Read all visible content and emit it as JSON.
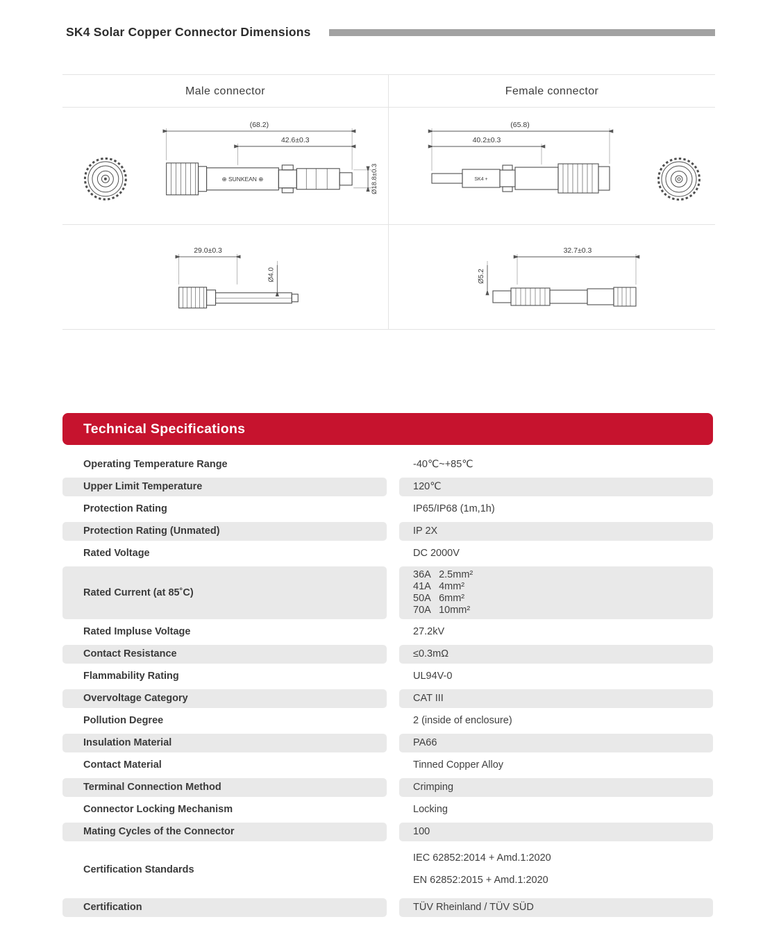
{
  "colors": {
    "accent": "#c6132e",
    "shade": "#e9e9e9",
    "title_bar": "#a2a2a2"
  },
  "page_title": "SK4 Solar Copper Connector Dimensions",
  "dimensions_table": {
    "male": {
      "header": "Male connector",
      "side_view": {
        "overall_length": "(68.2)",
        "body_length": "42.6±0.3",
        "diameter": "Ø18.8±0.3",
        "brand_text": "⊕ SUNKEAN ⊕"
      },
      "bottom_view": {
        "length": "29.0±0.3",
        "pin_diameter": "Ø4.0"
      }
    },
    "female": {
      "header": "Female connector",
      "side_view": {
        "overall_length": "(65.8)",
        "body_length": "40.2±0.3",
        "brand_text": "SK4 +"
      },
      "bottom_view": {
        "socket_diameter": "Ø5.2",
        "length": "32.7±0.3"
      }
    }
  },
  "specs": {
    "header": "Technical Specifications",
    "rows": [
      {
        "label": "Operating Temperature Range",
        "value": "-40℃~+85℃",
        "shaded": false
      },
      {
        "label": "Upper Limit Temperature",
        "value": "120℃",
        "shaded": true
      },
      {
        "label": "Protection Rating",
        "value": "IP65/IP68 (1m,1h)",
        "shaded": false
      },
      {
        "label": "Protection Rating (Unmated)",
        "value": "IP 2X",
        "shaded": true
      },
      {
        "label": "Rated Voltage",
        "value": "DC 2000V",
        "shaded": false
      },
      {
        "label": "Rated Current (at 85˚C)",
        "value_lines": [
          "36A   2.5mm²",
          "41A   4mm²",
          "50A   6mm²",
          "70A   10mm²"
        ],
        "shaded": true
      },
      {
        "label": "Rated Impluse Voltage",
        "value": "27.2kV",
        "shaded": false
      },
      {
        "label": "Contact Resistance",
        "value": "≤0.3mΩ",
        "shaded": true
      },
      {
        "label": "Flammability Rating",
        "value": "UL94V-0",
        "shaded": false
      },
      {
        "label": "Overvoltage Category",
        "value": "CAT III",
        "shaded": true
      },
      {
        "label": "Pollution Degree",
        "value": "2 (inside of enclosure)",
        "shaded": false
      },
      {
        "label": "Insulation Material",
        "value": "PA66",
        "shaded": true
      },
      {
        "label": "Contact Material",
        "value": "Tinned Copper Alloy",
        "shaded": false
      },
      {
        "label": "Terminal Connection Method",
        "value": "Crimping",
        "shaded": true
      },
      {
        "label": "Connector Locking Mechanism",
        "value": "Locking",
        "shaded": false
      },
      {
        "label": "Mating Cycles of the Connector",
        "value": "100",
        "shaded": true
      },
      {
        "label": "Certification Standards",
        "value_lines": [
          "IEC 62852:2014 + Amd.1:2020",
          "EN 62852:2015 + Amd.1:2020"
        ],
        "spread": true,
        "shaded": false
      },
      {
        "label": "Certification",
        "value": "TÜV Rheinland / TÜV SÜD",
        "shaded": true
      }
    ]
  }
}
